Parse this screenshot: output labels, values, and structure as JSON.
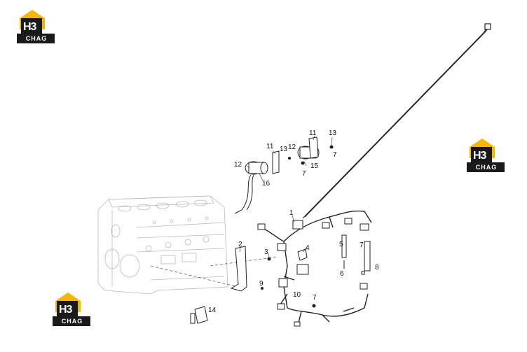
{
  "brand": {
    "mark": "H3",
    "name": "CHAG",
    "colors": {
      "yellow": "#f2b705",
      "dark": "#1a1a1a"
    }
  },
  "callouts": [
    "1",
    "2",
    "3",
    "4",
    "5",
    "6",
    "7",
    "7",
    "7",
    "7",
    "8",
    "9",
    "10",
    "11",
    "11",
    "12",
    "12",
    "13",
    "13",
    "14",
    "15",
    "16"
  ]
}
